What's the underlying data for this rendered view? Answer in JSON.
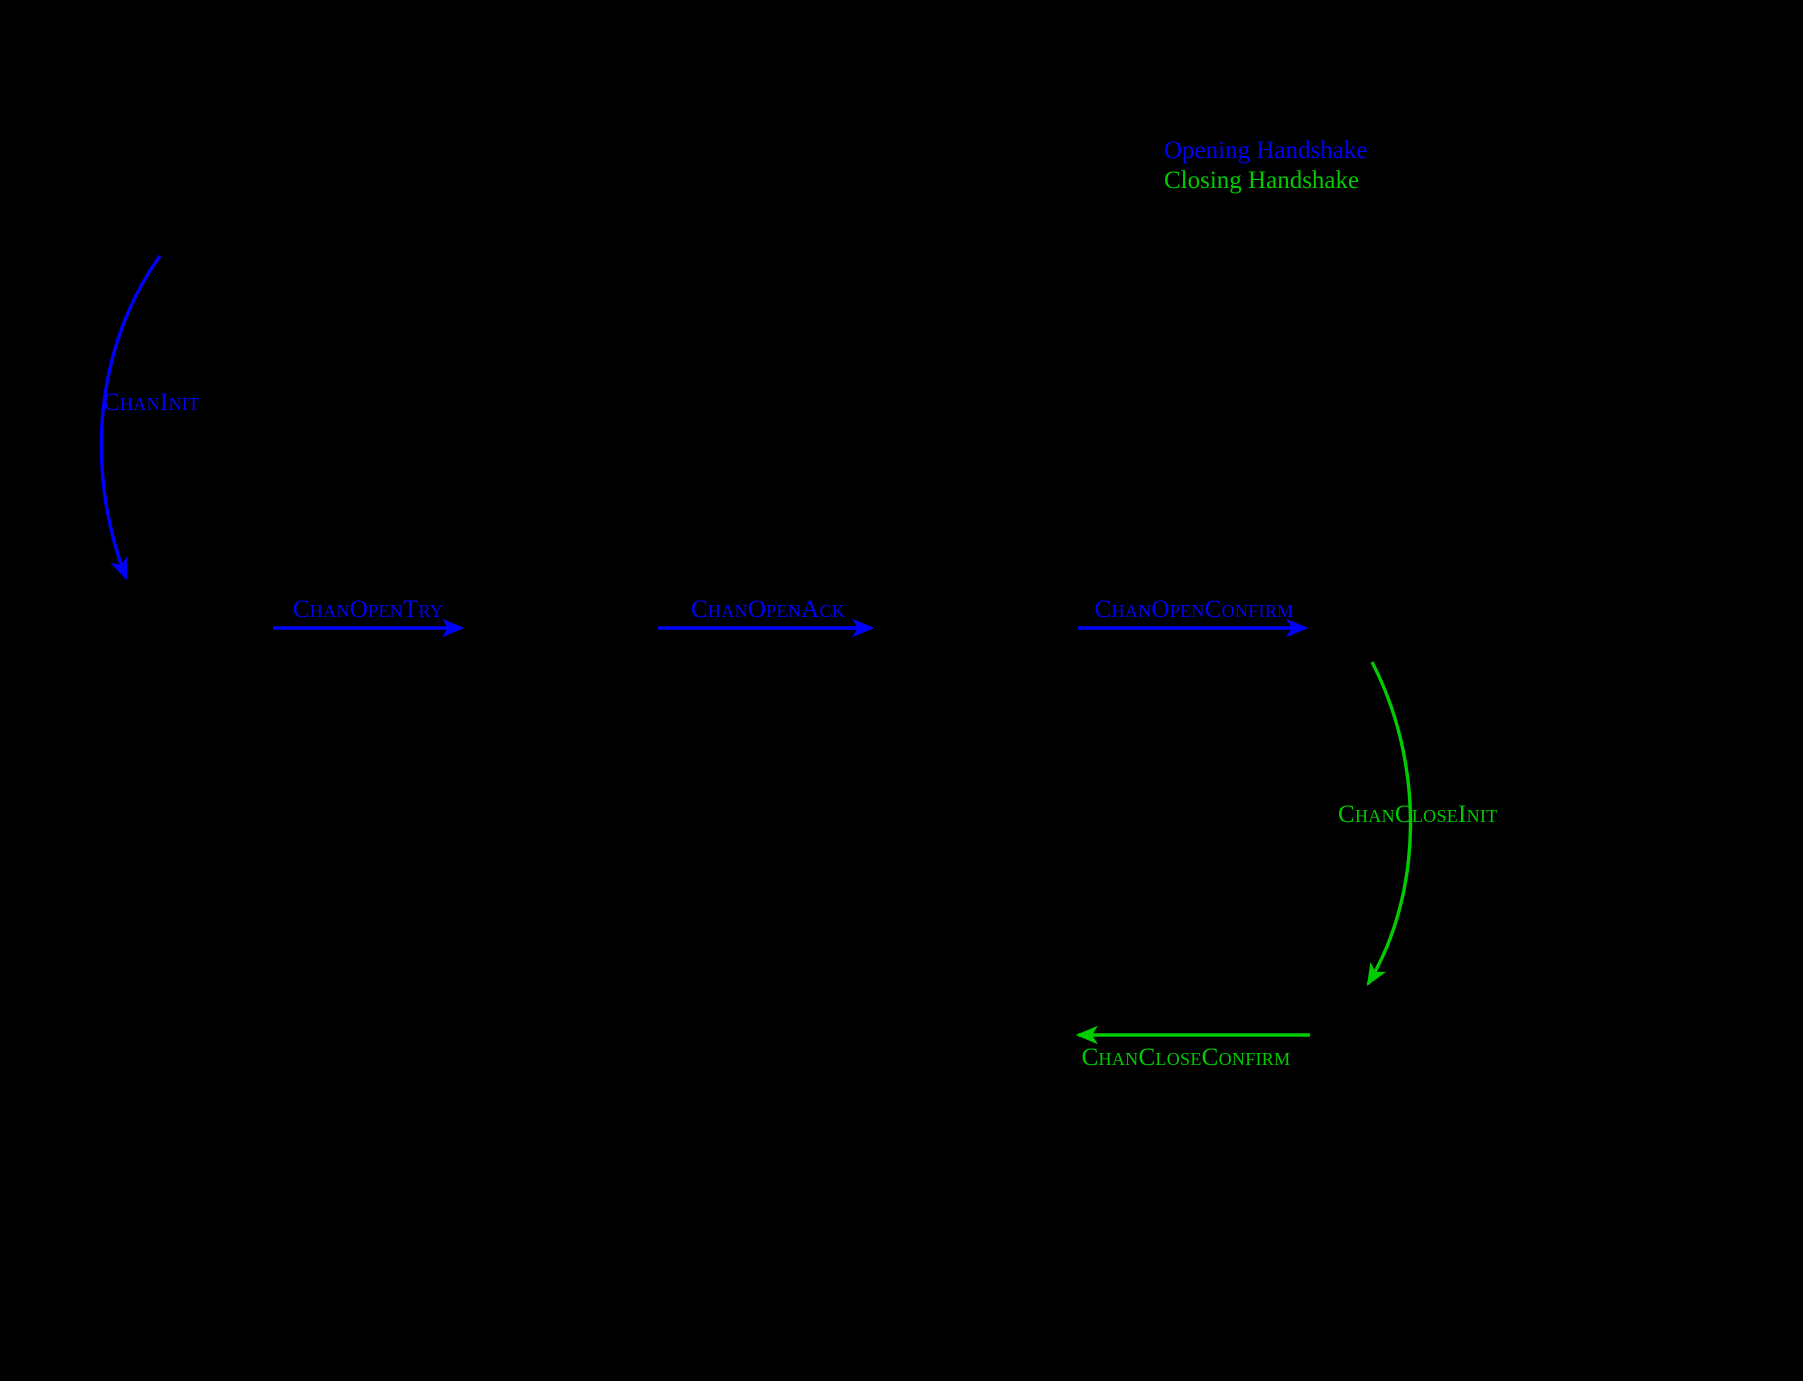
{
  "diagram": {
    "background": "#000000",
    "colors": {
      "opening": "#0000ff",
      "closing": "#00cc00"
    },
    "legend": {
      "opening_label": "Opening Handshake",
      "closing_label": "Closing Handshake"
    },
    "transitions": {
      "chan_init": "ChanInit",
      "chan_open_try": "ChanOpenTry",
      "chan_open_ack": "ChanOpenAck",
      "chan_open_confirm": "ChanOpenConfirm",
      "chan_close_init": "ChanCloseInit",
      "chan_close_confirm": "ChanCloseConfirm"
    }
  }
}
